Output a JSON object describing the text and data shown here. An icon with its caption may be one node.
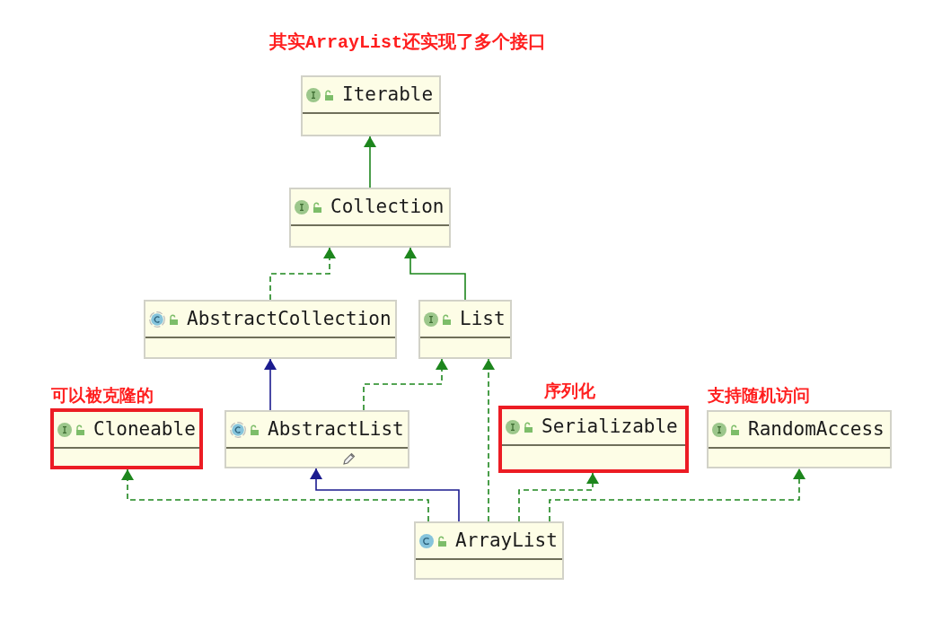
{
  "diagram": {
    "title": "其实ArrayList还实现了多个接口",
    "nodes": [
      {
        "text": [
          "Iterable"
        ]
      },
      {
        "text": [
          "Collection"
        ]
      },
      {
        "text": [
          "AbstractCollection"
        ]
      },
      {
        "text": [
          "List"
        ]
      },
      {
        "text": [
          "Cloneable"
        ],
        "beside": [
          "可以被克隆的"
        ]
      },
      {
        "text": [
          "AbstractList"
        ]
      },
      {
        "text": [
          "Serializable"
        ],
        "beside": [
          "序列化"
        ]
      },
      {
        "text": [
          "RandomAccess"
        ],
        "beside": [
          "支持随机访问"
        ]
      },
      {
        "text": [
          "ArrayList"
        ]
      }
    ],
    "edges": [
      {
        "from": 1,
        "to": 0,
        "arrow": "to"
      },
      {
        "from": 2,
        "to": 1,
        "arrow": "to",
        "style": "dashed"
      },
      {
        "from": 3,
        "to": 1,
        "arrow": "to"
      },
      {
        "from": 5,
        "to": 2,
        "arrow": "to",
        "color": "#1b1b8f"
      },
      {
        "from": 5,
        "to": 3,
        "arrow": "to",
        "style": "dashed"
      },
      {
        "from": 8,
        "to": 4,
        "arrow": "to",
        "style": "dashed"
      },
      {
        "from": 8,
        "to": 5,
        "arrow": "to",
        "color": "#1b1b8f"
      },
      {
        "from": 8,
        "to": 3,
        "arrow": "to",
        "style": "dashed"
      },
      {
        "from": 8,
        "to": 6,
        "arrow": "to",
        "style": "dashed"
      },
      {
        "from": 8,
        "to": 7,
        "arrow": "to",
        "style": "dashed"
      }
    ]
  }
}
